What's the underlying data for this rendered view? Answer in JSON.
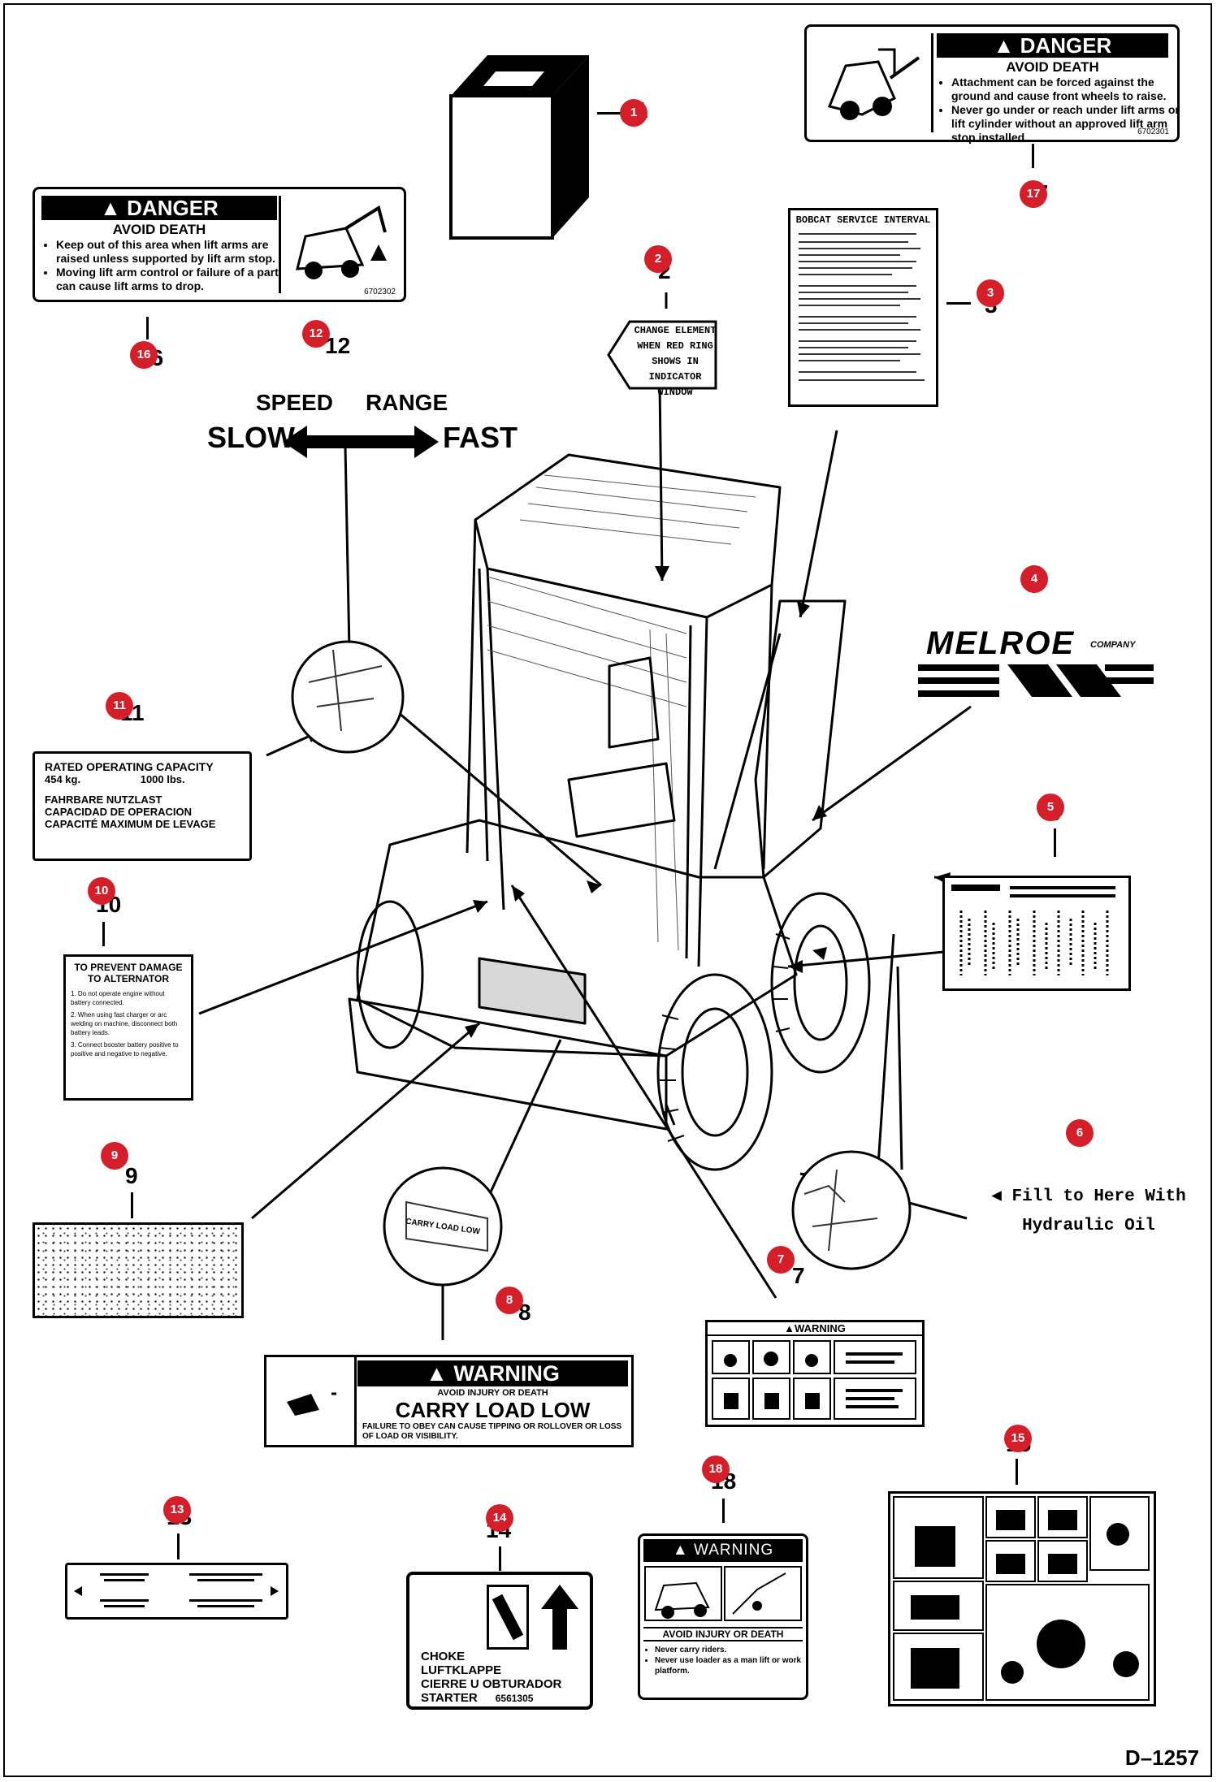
{
  "footer_code": "D–1257",
  "decal_17": {
    "header": "DANGER",
    "subheader": "AVOID DEATH",
    "bullets": [
      "Attachment can be forced against the ground and cause front wheels to raise.",
      "Never go under or reach under lift arms or lift cylinder without an approved lift arm stop installed."
    ],
    "part_no": "6702301"
  },
  "decal_16": {
    "header": "DANGER",
    "subheader": "AVOID DEATH",
    "bullets": [
      "Keep out of this area when lift arms are raised unless supported by lift arm stop.",
      "Moving lift arm control or failure of a part can cause lift arms to drop."
    ],
    "part_no": "6702302"
  },
  "decal_3": {
    "title": "BOBCAT SERVICE INTERVAL"
  },
  "decal_2": {
    "lines": [
      "CHANGE ELEMENT",
      "WHEN RED RING",
      "SHOWS IN",
      "INDICATOR WINDOW"
    ]
  },
  "decal_12": {
    "speed": "SPEED",
    "range": "RANGE",
    "slow": "SLOW",
    "fast": "FAST"
  },
  "decal_4": {
    "brand": "MELROE",
    "company": "COMPANY"
  },
  "decal_11": {
    "title": "RATED OPERATING CAPACITY",
    "kg": "454 kg.",
    "lbs": "1000 lbs.",
    "line1": "FAHRBARE NUTZLAST",
    "line2": "CAPACIDAD DE OPERACION",
    "line3": "CAPACITÉ MAXIMUM DE LEVAGE"
  },
  "decal_10": {
    "title1": "TO PREVENT DAMAGE",
    "title2": "TO ALTERNATOR",
    "items": [
      "1. Do not operate engine without battery connected.",
      "2. When using fast charger or arc welding on machine, disconnect both battery leads.",
      "3. Connect booster battery positive to positive and negative to negative."
    ]
  },
  "decal_6": {
    "line1": "Fill to Here With",
    "line2": "Hydraulic Oil"
  },
  "decal_8": {
    "header": "WARNING",
    "subheader": "AVOID INJURY OR DEATH",
    "main": "CARRY LOAD LOW",
    "text": "FAILURE TO OBEY CAN CAUSE TIPPING OR ROLLOVER OR LOSS OF LOAD OR VISIBILITY.",
    "inset": "CARRY LOAD LOW"
  },
  "decal_7": {
    "header": "WARNING"
  },
  "decal_14": {
    "lines": [
      "CHOKE",
      "LUFTKLAPPE",
      "CIERRE U OBTURADOR",
      "STARTER"
    ],
    "part_no": "6561305"
  },
  "decal_18": {
    "header": "WARNING",
    "subheader": "AVOID INJURY OR DEATH",
    "bullets": [
      "Never carry riders.",
      "Never use loader as a man lift or work platform."
    ]
  },
  "markers": [
    "1",
    "2",
    "3",
    "4",
    "5",
    "6",
    "7",
    "8",
    "9",
    "10",
    "11",
    "12",
    "13",
    "14",
    "15",
    "16",
    "17",
    "18"
  ]
}
